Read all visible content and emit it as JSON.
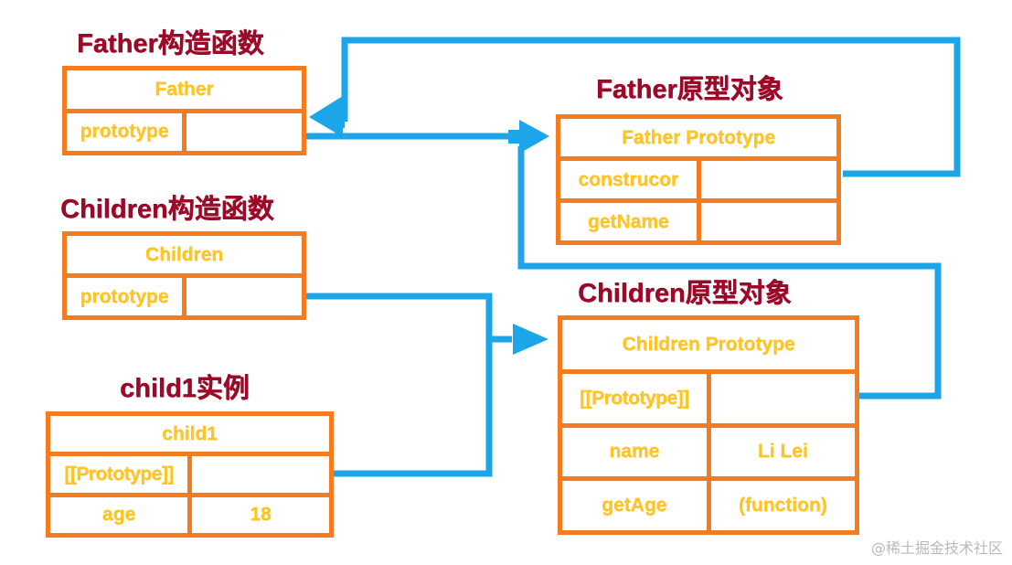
{
  "diagram": {
    "title_color": "#9B0A28",
    "box_border_color": "#F47B20",
    "text_color": "#FFC425",
    "arrow_color": "#1CA5E8",
    "background": "#FFFFFF"
  },
  "groups": [
    {
      "title": "Father构造函数",
      "table": {
        "header": "Father",
        "rows": [
          {
            "key": "prototype",
            "value": ""
          }
        ]
      }
    },
    {
      "title": "Children构造函数",
      "table": {
        "header": "Children",
        "rows": [
          {
            "key": "prototype",
            "value": ""
          }
        ]
      }
    },
    {
      "title": "child1实例",
      "table": {
        "header": "child1",
        "rows": [
          {
            "key": "[[Prototype]]",
            "value": ""
          },
          {
            "key": "age",
            "value": "18"
          }
        ]
      }
    },
    {
      "title": "Father原型对象",
      "table": {
        "header": "Father Prototype",
        "rows": [
          {
            "key": "construcor",
            "value": ""
          },
          {
            "key": "getName",
            "value": ""
          }
        ]
      }
    },
    {
      "title": "Children原型对象",
      "table": {
        "header": "Children Prototype",
        "rows": [
          {
            "key": "[[Prototype]]",
            "value": ""
          },
          {
            "key": "name",
            "value": "Li Lei"
          },
          {
            "key": "getAge",
            "value": "(function)"
          }
        ]
      }
    }
  ],
  "connections": [
    {
      "name": "father-prototype-to-father-prototype-object",
      "from": "Father.prototype",
      "to": "Father Prototype"
    },
    {
      "name": "father-prototype-constructor-back-to-father",
      "from": "Father Prototype.construcor",
      "to": "Father"
    },
    {
      "name": "children-prototype-to-children-prototype-object",
      "from": "Children.prototype",
      "to": "Children Prototype"
    },
    {
      "name": "child1-prototype-to-children-prototype-object",
      "from": "child1.[[Prototype]]",
      "to": "Children Prototype"
    },
    {
      "name": "children-prototype-object-proto-to-father-prototype-object",
      "from": "Children Prototype.[[Prototype]]",
      "to": "Father Prototype"
    }
  ],
  "watermark": "@稀土掘金技术社区"
}
